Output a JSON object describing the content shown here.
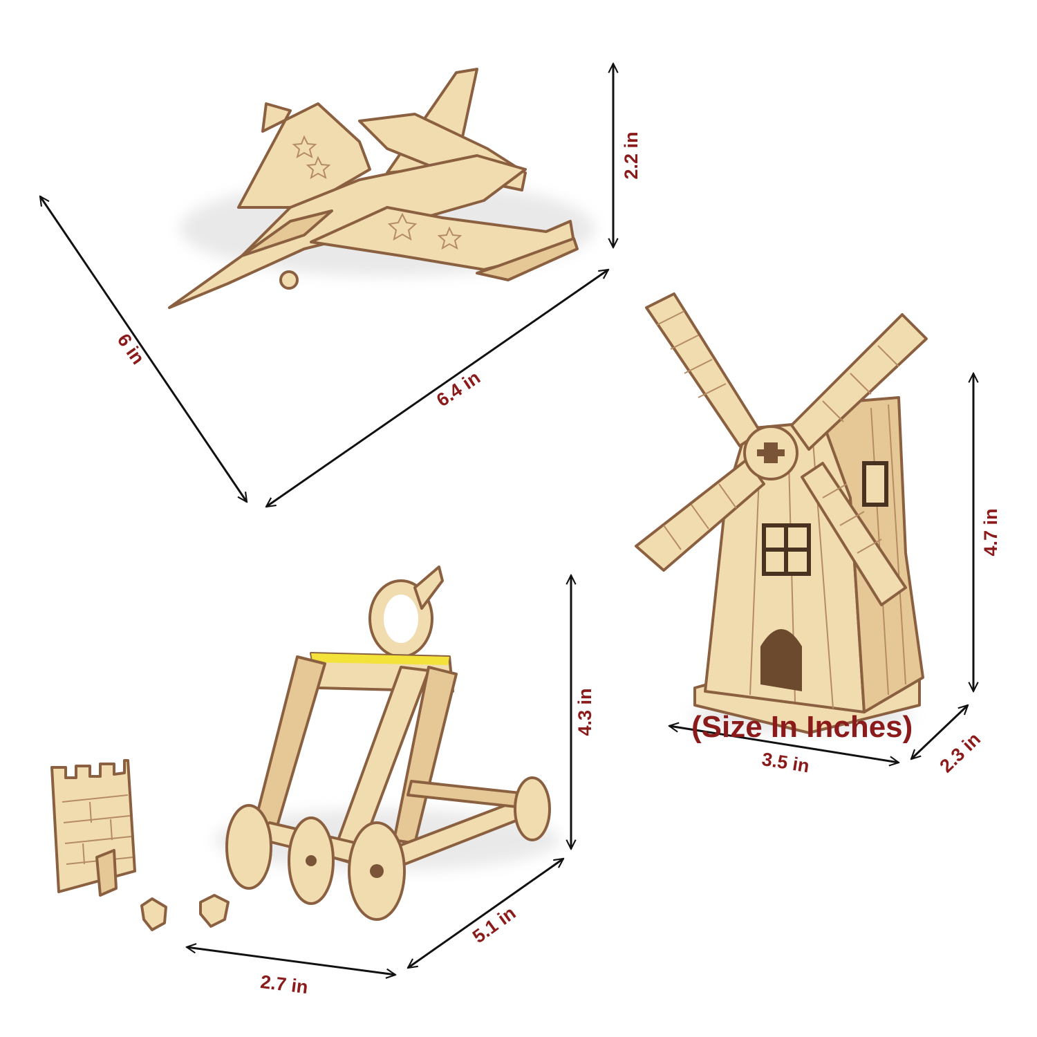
{
  "colors": {
    "wood_light": "#f1dcb0",
    "wood_mid": "#e6c896",
    "wood_edge": "#8a6040",
    "wood_engrave": "#b58b63",
    "label_red": "#8b1a1a",
    "arrow": "#111111",
    "tape_yellow": "#f2e23a"
  },
  "caption": "(Size In Inches)",
  "models": {
    "jet": {
      "icon": "fighter-jet-model",
      "dims": {
        "height": "2.2 in",
        "length": "6.4 in",
        "wingspan": "6 in"
      }
    },
    "windmill": {
      "icon": "windmill-model",
      "dims": {
        "height": "4.7 in",
        "width": "3.5 in",
        "depth": "2.3 in"
      }
    },
    "catapult": {
      "icon": "catapult-model",
      "dims": {
        "height": "4.3 in",
        "width": "2.7 in",
        "depth": "5.1 in"
      }
    },
    "accessories": {
      "icon": "tower-and-ammo-pieces"
    }
  }
}
